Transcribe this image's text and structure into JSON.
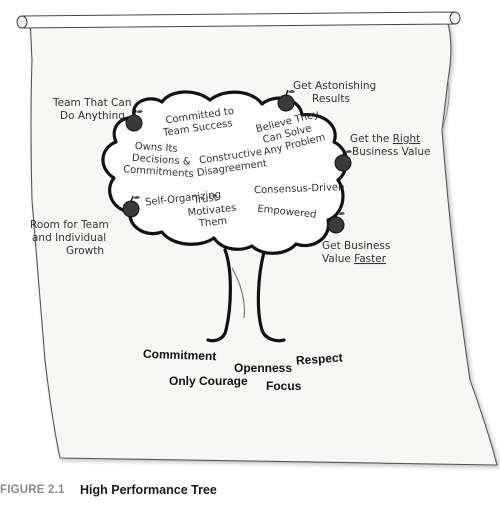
{
  "figure": {
    "label": "FIGURE 2.1",
    "title": "High Performance Tree"
  },
  "canopy_labels": {
    "committed": [
      "Committed to",
      "Team Success"
    ],
    "owns": [
      "Owns Its",
      "Decisions &",
      "Commitments"
    ],
    "constructive": [
      "Constructive",
      "Disagreement"
    ],
    "believe": [
      "Believe They",
      "Can Solve",
      "Any Problem"
    ],
    "self_organizing": "Self-Organizing",
    "trust": [
      "Trust",
      "Motivates",
      "Them"
    ],
    "consensus": "Consensus-Driven",
    "empowered": "Empowered"
  },
  "fruit_labels": {
    "anything": [
      "Team That Can",
      "Do Anything"
    ],
    "astonishing": [
      "Get Astonishing",
      "Results"
    ],
    "right": [
      "Get the ",
      "Right",
      "Business Value"
    ],
    "room": [
      "Room for Team",
      "and Individual",
      "Growth"
    ],
    "faster": [
      "Get Business",
      "Value ",
      "Faster"
    ]
  },
  "roots": {
    "commitment": "Commitment",
    "openness": "Openness",
    "respect": "Respect",
    "courage": "Only Courage",
    "focus": "Focus"
  }
}
